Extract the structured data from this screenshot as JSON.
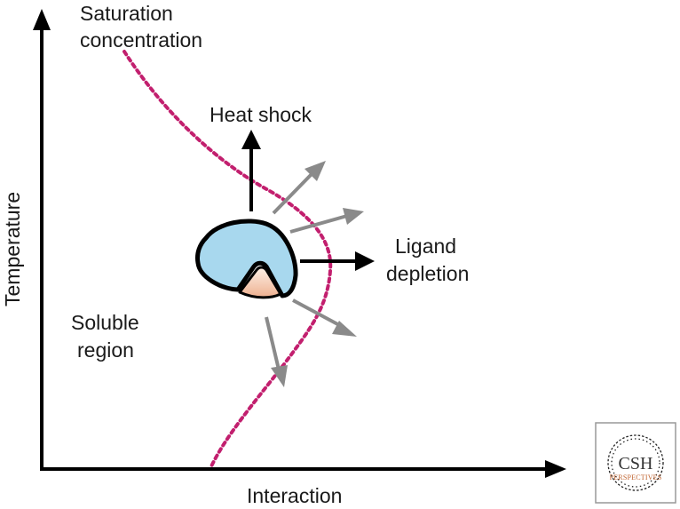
{
  "labels": {
    "saturation_line1": "Saturation",
    "saturation_line2": "concentration",
    "heat_shock": "Heat shock",
    "ligand_line1": "Ligand",
    "ligand_line2": "depletion",
    "soluble_line1": "Soluble",
    "soluble_line2": "region",
    "y_axis": "Temperature",
    "x_axis": "Interaction"
  },
  "logo": {
    "name": "CSH",
    "subtitle": "PERSPECTIVES"
  },
  "colors": {
    "axis": "#000000",
    "saturation_curve": "#c21f6e",
    "protein_fill": "#a8d8ee",
    "ligand_fill": "#f3c9b0",
    "black_arrow": "#000000",
    "gray_arrow": "#8a8a8a",
    "logo_border": "#999999",
    "logo_accent": "#c0622d"
  }
}
